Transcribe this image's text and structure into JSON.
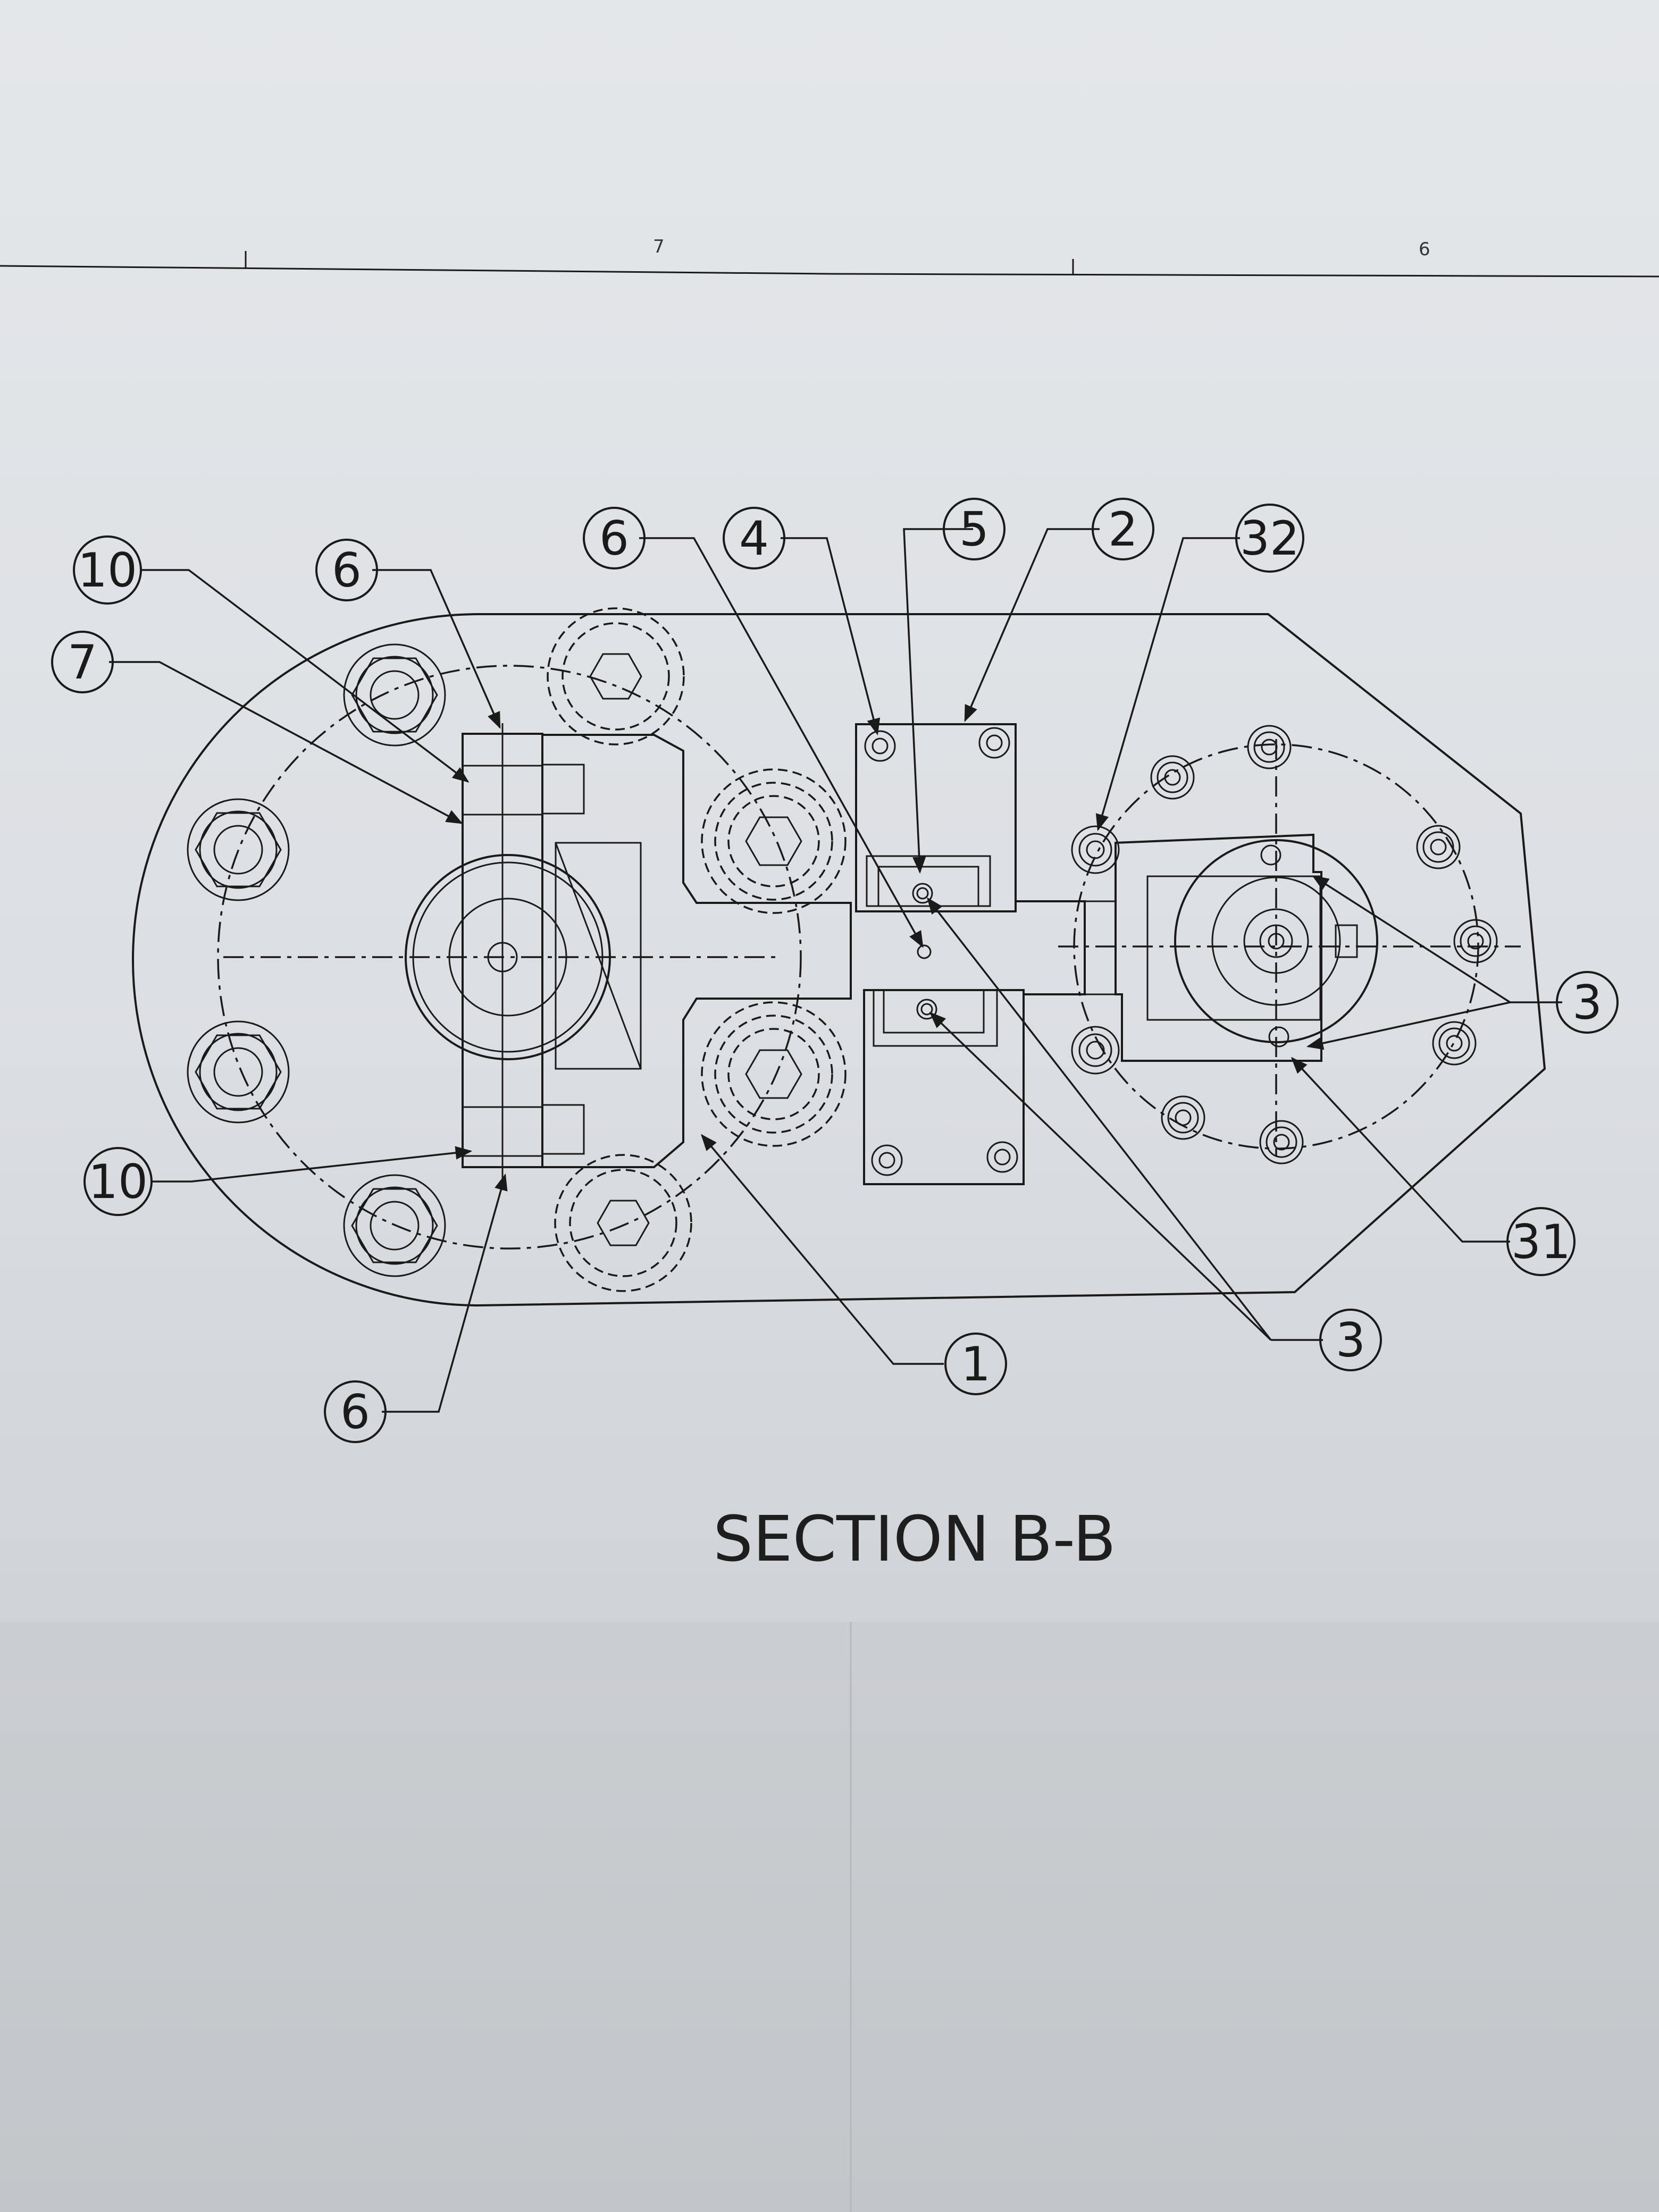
{
  "zone_labels": {
    "left": "7",
    "right": "6"
  },
  "section_title": "SECTION B-B",
  "balloons": [
    {
      "id": "b10a",
      "label": "10"
    },
    {
      "id": "b7",
      "label": "7"
    },
    {
      "id": "b6a",
      "label": "6"
    },
    {
      "id": "b6b",
      "label": "6"
    },
    {
      "id": "b4",
      "label": "4"
    },
    {
      "id": "b5",
      "label": "5"
    },
    {
      "id": "b2",
      "label": "2"
    },
    {
      "id": "b32",
      "label": "32"
    },
    {
      "id": "b3a",
      "label": "3"
    },
    {
      "id": "b10b",
      "label": "10"
    },
    {
      "id": "b31",
      "label": "31"
    },
    {
      "id": "b1",
      "label": "1"
    },
    {
      "id": "b3b",
      "label": "3"
    },
    {
      "id": "b6c",
      "label": "6"
    }
  ]
}
